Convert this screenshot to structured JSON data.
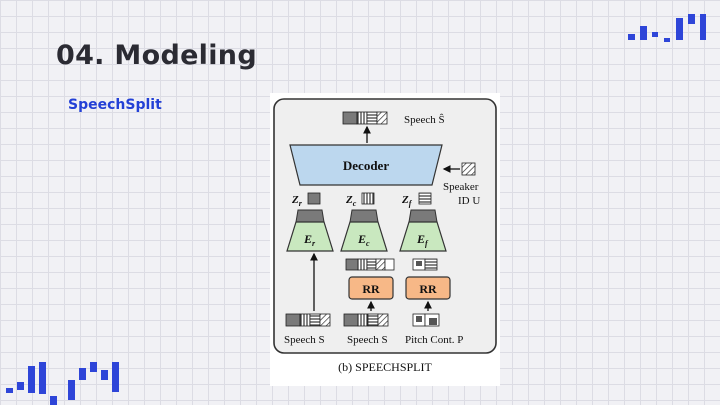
{
  "slide": {
    "title": "04. Modeling",
    "subtitle": "SpeechSplit"
  },
  "diagram": {
    "output_label": "Speech Ŝ",
    "decoder_label": "Decoder",
    "speaker_label": "Speaker",
    "speaker_id_label": "ID U",
    "z_labels": [
      "Z",
      "Z",
      "Z"
    ],
    "z_subscripts": [
      "r",
      "c",
      "f"
    ],
    "encoder_labels": [
      "E",
      "E",
      "E"
    ],
    "encoder_subscripts": [
      "r",
      "c",
      "f"
    ],
    "rr_labels": [
      "RR",
      "RR"
    ],
    "input_labels": [
      "Speech S",
      "Speech S",
      "Pitch Cont. P"
    ],
    "caption": "(b) SPEECHSPLIT"
  },
  "colors": {
    "accent": "#2e45d8",
    "title": "#2b2b33",
    "decoder_fill": "#bcd7ee",
    "encoder_fill": "#c9e8bf",
    "rr_fill": "#f7b887",
    "panel_fill": "#efefef"
  }
}
